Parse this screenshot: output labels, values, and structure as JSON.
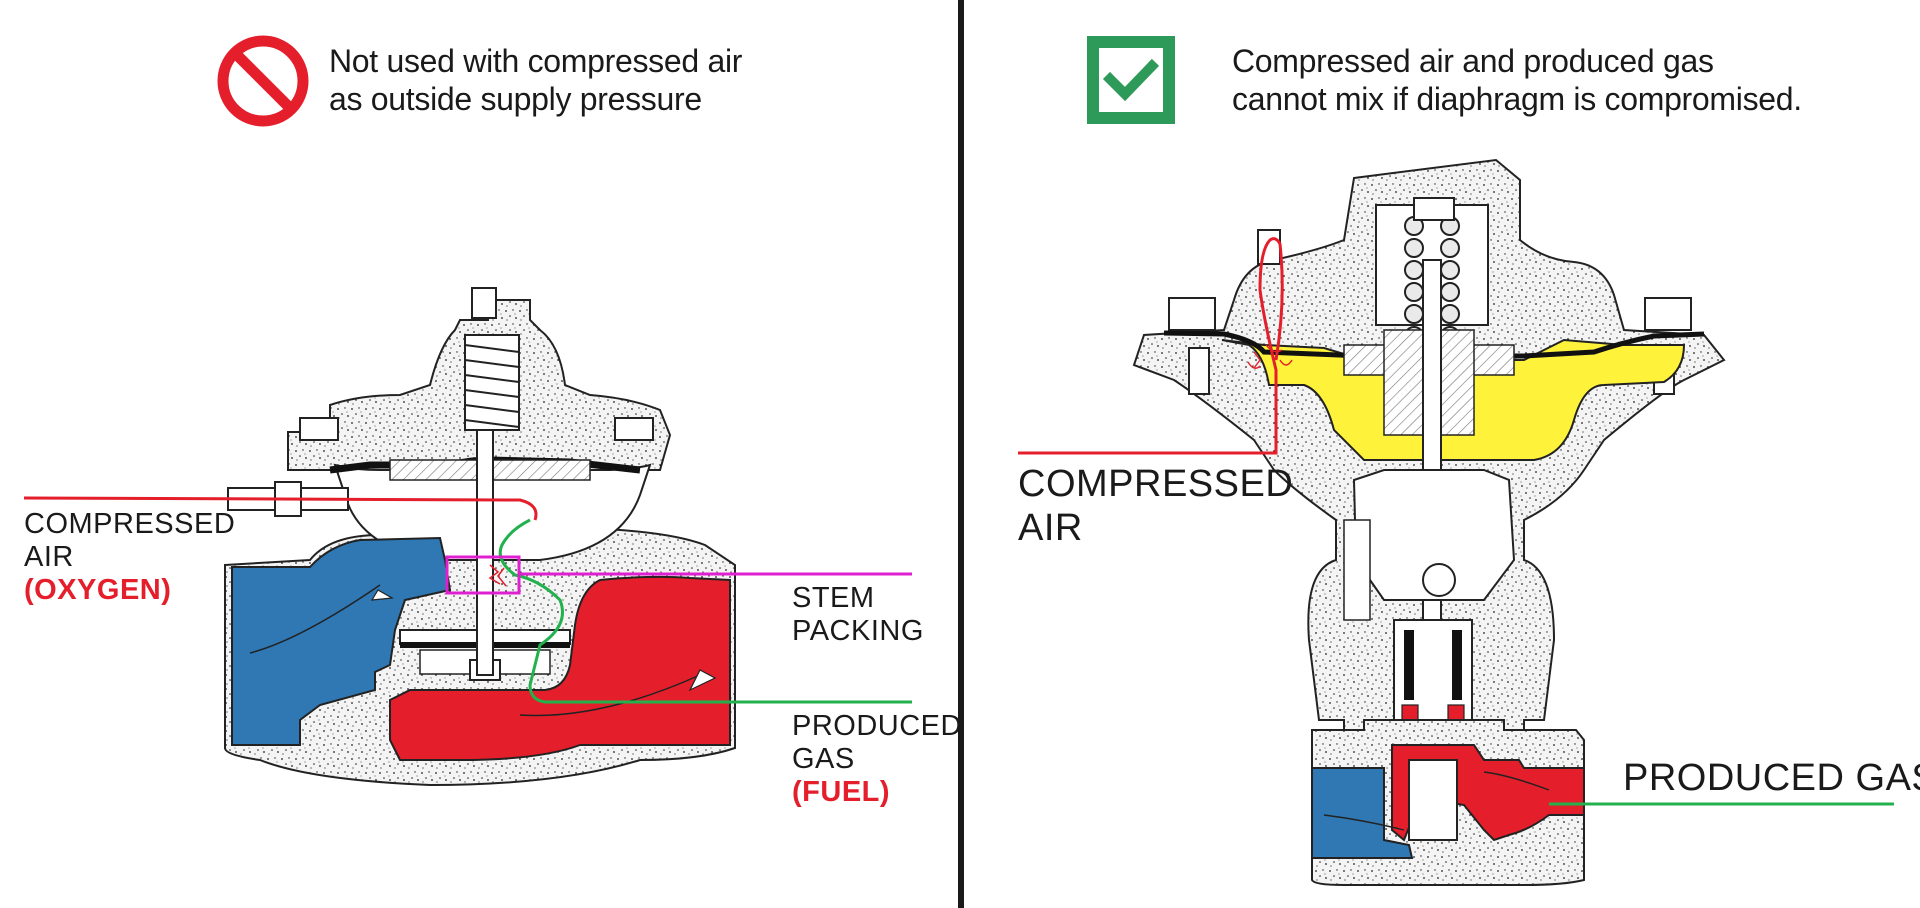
{
  "left_panel": {
    "status_icon": "prohibited-icon",
    "header_line1": "Not used with compressed air",
    "header_line2": "as outside supply pressure",
    "labels": {
      "compressed_air_line1": "COMPRESSED",
      "compressed_air_line2": "AIR",
      "oxygen": "(OXYGEN)",
      "stem_packing_line1": "STEM",
      "stem_packing_line2": "PACKING",
      "produced_gas_line1": "PRODUCED",
      "produced_gas_line2": "GAS",
      "fuel": "(FUEL)"
    }
  },
  "right_panel": {
    "status_icon": "checkmark-icon",
    "header_line1": "Compressed air and produced gas",
    "header_line2": "cannot mix if diaphragm is compromised.",
    "labels": {
      "compressed_air_line1": "COMPRESSED",
      "compressed_air_line2": "AIR",
      "produced_gas": "PRODUCED GAS"
    }
  },
  "colors": {
    "prohibited_red": "#e41e2b",
    "check_green": "#2e9a5a",
    "compressed_air_line": "#e41e2b",
    "produced_gas_line": "#22b14c",
    "stem_packing_line": "#e020d0",
    "valve_blue": "#2f78b4",
    "valve_red": "#e41e2b",
    "diaphragm_yellow": "#fff23a",
    "body_speckle": "#efefef"
  }
}
